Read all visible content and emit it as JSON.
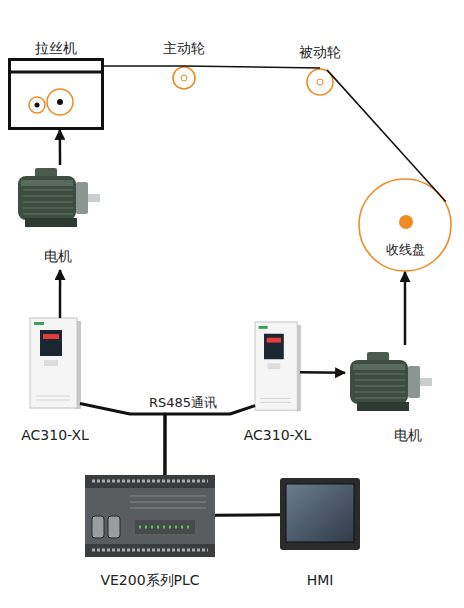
{
  "diagram": {
    "nodes": [
      {
        "text": [
          "拉丝机"
        ]
      },
      {
        "text": [
          "主动轮"
        ]
      },
      {
        "text": [
          "被动轮"
        ]
      },
      {
        "text": [
          "电机"
        ]
      },
      {
        "text": [
          "收线盘"
        ]
      },
      {
        "text": [
          "AC310-XL"
        ]
      },
      {
        "text": [
          "AC310-XL"
        ]
      },
      {
        "text": [
          "电机"
        ]
      },
      {
        "text": [
          "VE200系列PLC"
        ]
      },
      {
        "text": [
          "HMI"
        ]
      }
    ],
    "edges": [
      {
        "from": 0,
        "to": 1,
        "arrow": "none"
      },
      {
        "from": 1,
        "to": 2,
        "arrow": "none"
      },
      {
        "from": 2,
        "to": 4,
        "arrow": "none"
      },
      {
        "from": 3,
        "to": 0,
        "arrow": "to"
      },
      {
        "from": 5,
        "to": 3,
        "arrow": "to"
      },
      {
        "from": 6,
        "to": 7,
        "arrow": "to"
      },
      {
        "from": 7,
        "to": 4,
        "arrow": "to"
      },
      {
        "from": 5,
        "to": 8,
        "arrow": "none"
      },
      {
        "from": 6,
        "to": 8,
        "arrow": "none"
      },
      {
        "from": 8,
        "to": 9,
        "arrow": "none"
      }
    ],
    "labels": [
      "RS485通讯"
    ]
  }
}
